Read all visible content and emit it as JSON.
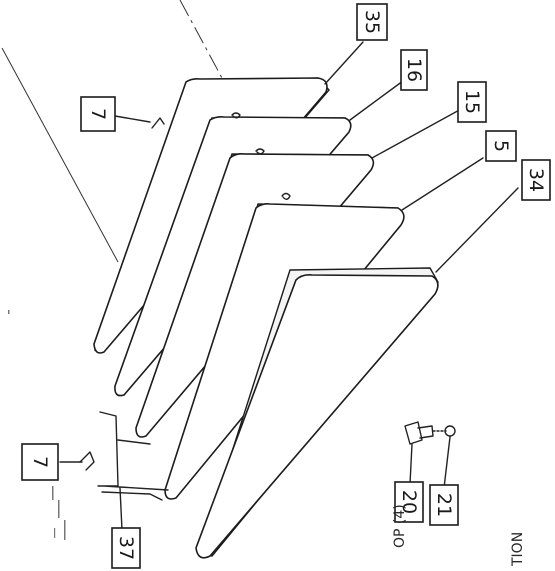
{
  "diagram": {
    "callouts": [
      {
        "id": "c35",
        "label": "35"
      },
      {
        "id": "c16",
        "label": "16"
      },
      {
        "id": "c15",
        "label": "15"
      },
      {
        "id": "c5",
        "label": "5"
      },
      {
        "id": "c34",
        "label": "34"
      },
      {
        "id": "c7a",
        "label": "7"
      },
      {
        "id": "c7b",
        "label": "7"
      },
      {
        "id": "c37",
        "label": "37"
      },
      {
        "id": "c20",
        "label": "20"
      },
      {
        "id": "c21",
        "label": "21"
      }
    ],
    "partial_text": [
      {
        "id": "t1",
        "text": "OP (4)"
      },
      {
        "id": "t2",
        "text": "TION"
      }
    ]
  },
  "colors": {
    "ink": "#1c1c1c",
    "paper": "#ffffff"
  }
}
